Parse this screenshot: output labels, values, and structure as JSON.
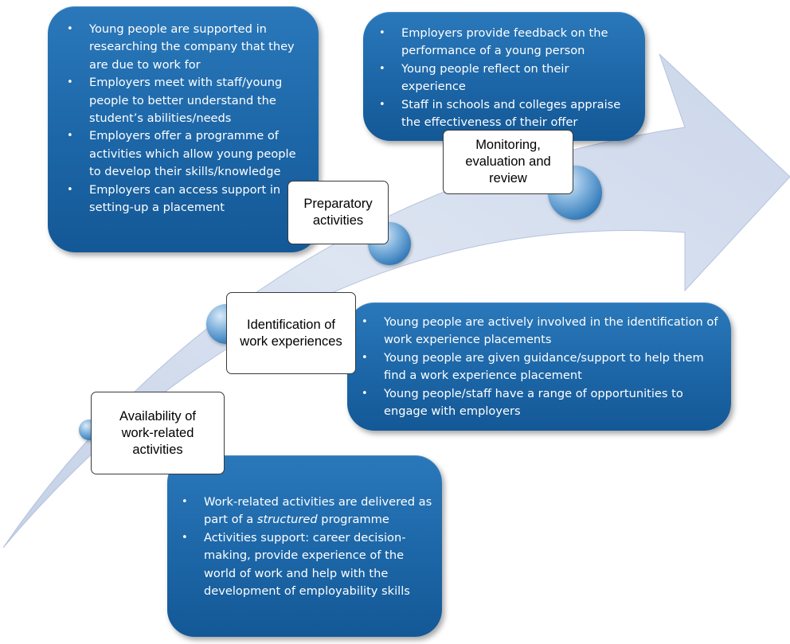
{
  "stages": [
    {
      "label": "Availability of work-related activities",
      "label_lines": [
        "Availability of",
        "work-related",
        "activities"
      ],
      "items": [
        {
          "text": "Work-related activities are delivered as part of a ",
          "emph": "structured",
          "after": " programme"
        },
        {
          "text": "Activities support: career decision-making, provide experience of the world of work and help with the development of employability skills"
        }
      ]
    },
    {
      "label": "Identification of work experiences",
      "label_lines": [
        "Identification of",
        "work experiences"
      ],
      "items": [
        {
          "text": "Young people are actively involved in the identification of work experience placements"
        },
        {
          "text": "Young people are given guidance/support to help them find a work experience placement"
        },
        {
          "text": "Young people/staff have a range of opportunities to engage with employers"
        }
      ]
    },
    {
      "label": "Preparatory activities",
      "label_lines": [
        "Preparatory",
        "activities"
      ],
      "items": [
        {
          "text": "Young people are supported in researching the company that they are due to work for"
        },
        {
          "text": "Employers meet with staff/young people to better understand the student’s abilities/needs"
        },
        {
          "text": "Employers offer a programme of activities which allow young people to develop their skills/knowledge"
        },
        {
          "text": "Employers can access support in setting-up a placement"
        }
      ]
    },
    {
      "label": "Monitoring, evaluation and review",
      "label_lines": [
        "Monitoring,",
        "evaluation and",
        "review"
      ],
      "items": [
        {
          "text": "Employers provide feedback on the performance of a young person"
        },
        {
          "text": "Young people reflect on their experience"
        },
        {
          "text": "Staff in schools and colleges appraise the effectiveness of their offer"
        }
      ]
    }
  ],
  "bullet_char": "•",
  "colors": {
    "box_blue": "#1c66a7",
    "arrow_light": "#e6ecf6",
    "arrow_mid": "#c9d5ea"
  }
}
